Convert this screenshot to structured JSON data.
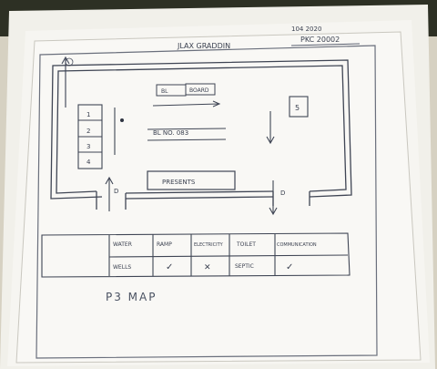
{
  "header": {
    "left_text": "JLAX GRADDIN",
    "right_text_top": "104 2020",
    "right_text_bottom": "PKC 20002"
  },
  "room": {
    "board_labels": [
      "BL",
      "BOARD"
    ],
    "row_label": "BL NO. 083",
    "bottom_box_label": "PRESENTS",
    "desk_labels": [
      "1",
      "2",
      "3",
      "4"
    ],
    "cabinet_label": "5",
    "door_left_label": "D",
    "door_right_label": "D"
  },
  "facilities_table": {
    "headers": [
      "",
      "WATER",
      "RAMP",
      "ELECTRICITY",
      "TOILET",
      "COMMUNICATION"
    ],
    "row": [
      "",
      "WELLS",
      "✓",
      "✕",
      "SEPTIC",
      "✓"
    ]
  },
  "caption": "P3 MAP",
  "colors": {
    "paper": "#f4f3ee",
    "ink": "#3b4150",
    "background": "#d9d6c9"
  }
}
